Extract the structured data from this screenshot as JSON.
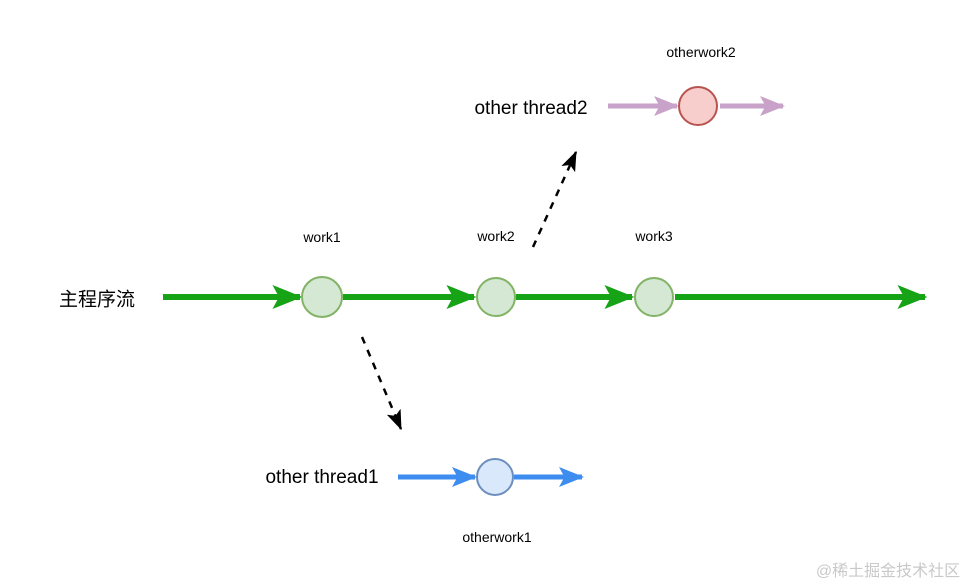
{
  "diagram": {
    "main_flow": {
      "label": "主程序流",
      "color": "#16a316",
      "node_fill": "#d5e8d4",
      "node_stroke": "#82b366",
      "nodes": [
        {
          "label": "work1"
        },
        {
          "label": "work2"
        },
        {
          "label": "work3"
        }
      ]
    },
    "thread2": {
      "label": "other thread2",
      "node_label": "otherwork2",
      "color": "#c8a2c8",
      "node_fill": "#f8cecc",
      "node_stroke": "#b85450"
    },
    "thread1": {
      "label": "other thread1",
      "node_label": "otherwork1",
      "color": "#3d8cf0",
      "node_fill": "#dae8fc",
      "node_stroke": "#6c8ebf"
    },
    "connector_color": "#000000",
    "watermark": "@稀土掘金技术社区"
  }
}
